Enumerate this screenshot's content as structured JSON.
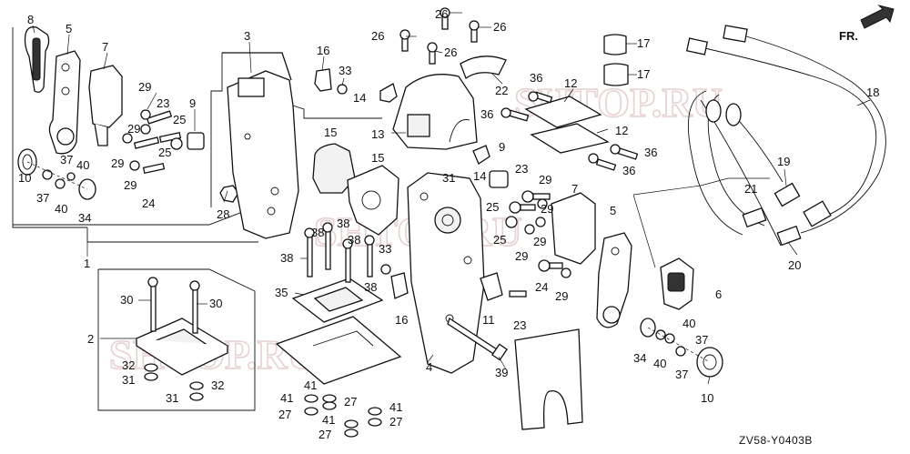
{
  "diagram_code": "ZV58-Y0403B",
  "direction_label": "FR.",
  "watermark": "SHTOP.RU",
  "callouts": {
    "c8": "8",
    "c5a": "5",
    "c7a": "7",
    "c3": "3",
    "c16a": "16",
    "c33a": "33",
    "c26a": "26",
    "c26b": "26",
    "c26c": "26",
    "c26d": "26",
    "c17a": "17",
    "c17b": "17",
    "c18": "18",
    "c29a": "29",
    "c23a": "23",
    "c9a": "9",
    "c25a": "25",
    "c29b": "29",
    "c25b": "25",
    "c29c": "29",
    "c29d": "29",
    "c24a": "24",
    "c28": "28",
    "c37a": "37",
    "c40a": "40",
    "c10a": "10",
    "c37b": "37",
    "c40b": "40",
    "c34a": "34",
    "c14a": "14",
    "c15a": "15",
    "c15b": "15",
    "c22": "22",
    "c13": "13",
    "c36a": "36",
    "c36b": "36",
    "c36c": "36",
    "c36d": "36",
    "c12a": "12",
    "c12b": "12",
    "c9b": "9",
    "c14b": "14",
    "c31a": "31",
    "c23b": "23",
    "c29e": "29",
    "c25c": "25",
    "c29f": "29",
    "c25d": "25",
    "c29g": "29",
    "c7b": "7",
    "c5b": "5",
    "c19": "19",
    "c21": "21",
    "c20": "20",
    "c38a": "38",
    "c38b": "38",
    "c38c": "38",
    "c38d": "38",
    "c38e": "38",
    "c33b": "33",
    "c35": "35",
    "c16b": "16",
    "c11": "11",
    "c23c": "23",
    "c24b": "24",
    "c29h": "29",
    "c6": "6",
    "c4": "4",
    "c39": "39",
    "c34b": "34",
    "c40c": "40",
    "c37c": "37",
    "c40d": "40",
    "c37d": "37",
    "c10b": "10",
    "c1": "1",
    "c2": "2",
    "c30a": "30",
    "c30b": "30",
    "c32a": "32",
    "c31b": "31",
    "c32b": "32",
    "c31c": "31",
    "c41a": "41",
    "c41b": "41",
    "c27a": "27",
    "c27b": "27",
    "c27c": "27",
    "c41c": "41",
    "c41d": "41",
    "c27d": "27"
  }
}
